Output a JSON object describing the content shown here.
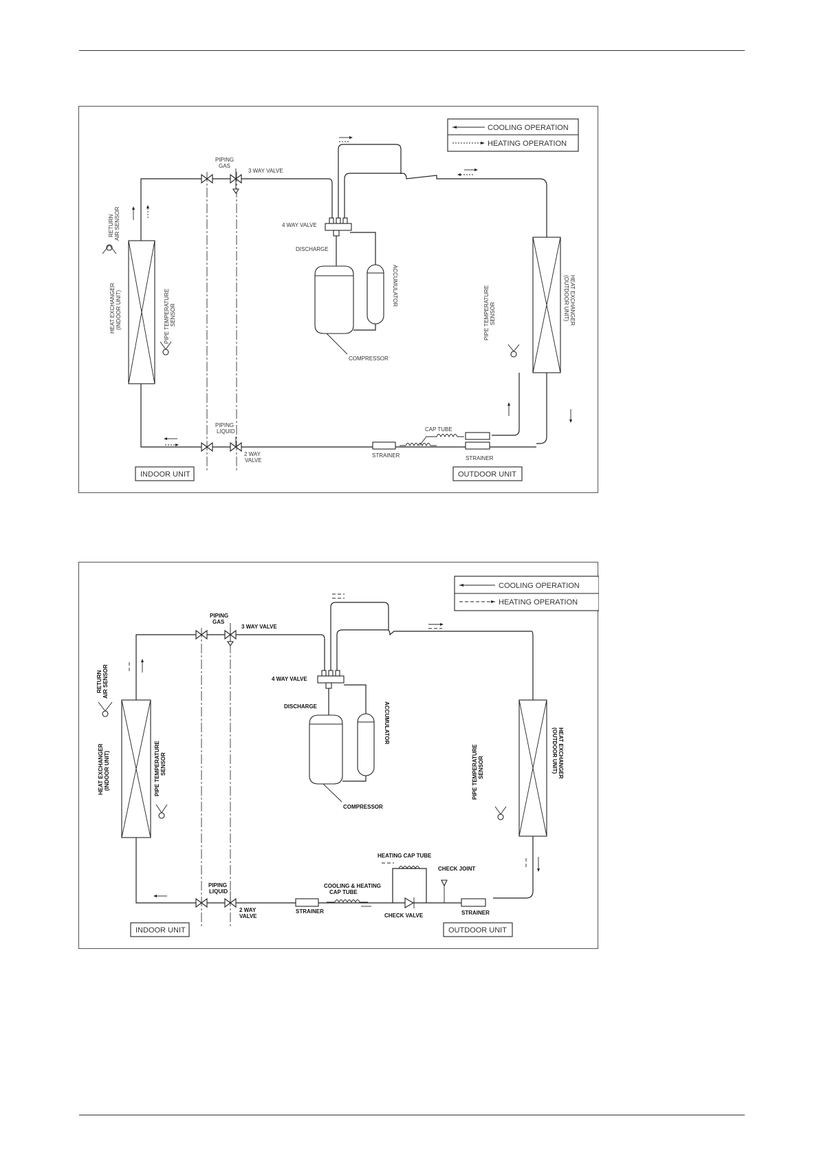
{
  "diagrams": [
    {
      "legend": {
        "cooling": "COOLING OPERATION",
        "heating": "HEATING OPERATION"
      },
      "labels": {
        "piping_gas": [
          "PIPING",
          "GAS"
        ],
        "three_way_valve": "3 WAY VALVE",
        "four_way_valve": "4 WAY VALVE",
        "discharge": "DISCHARGE",
        "accumulator": "ACCUMULATOR",
        "compressor": "COMPRESSOR",
        "return_air_sensor": [
          "RETURN",
          "AIR SENSOR"
        ],
        "heat_exchanger_indoor": [
          "HEAT EXCHANGER",
          "(INDOOR UNIT)"
        ],
        "pipe_temp_sensor_indoor": [
          "PIPE TEMPERATURE",
          "SENSOR"
        ],
        "pipe_temp_sensor_outdoor": [
          "PIPE TEMPERATURE",
          "SENSOR"
        ],
        "heat_exchanger_outdoor": [
          "HEAT EXCHANGER",
          "(OUTDOOR UNIT)"
        ],
        "piping_liquid": [
          "PIPING",
          "LIQUID"
        ],
        "two_way_valve": [
          "2 WAY",
          "VALVE"
        ],
        "strainer_main": "STRAINER",
        "cap_tube": "CAP TUBE",
        "strainer_outdoor": "STRAINER",
        "indoor_unit": "INDOOR UNIT",
        "outdoor_unit": "OUTDOOR UNIT"
      }
    },
    {
      "legend": {
        "cooling": "COOLING OPERATION",
        "heating": "HEATING OPERATION"
      },
      "labels": {
        "piping_gas": [
          "PIPING",
          "GAS"
        ],
        "three_way_valve": "3 WAY VALVE",
        "four_way_valve": "4 WAY VALVE",
        "discharge": "DISCHARGE",
        "accumulator": "ACCUMULATOR",
        "compressor": "COMPRESSOR",
        "return_air_sensor": [
          "RETURN",
          "AIR SENSOR"
        ],
        "heat_exchanger_indoor": [
          "HEAT EXCHANGER",
          "(INDOOR UNIT)"
        ],
        "pipe_temp_sensor_indoor": [
          "PIPE TEMPERATURE",
          "SENSOR"
        ],
        "pipe_temp_sensor_outdoor": [
          "PIPE TEMPERATURE",
          "SENSOR"
        ],
        "heat_exchanger_outdoor": [
          "HEAT EXCHANGER",
          "(OUTDOOR UNIT)"
        ],
        "piping_liquid": [
          "PIPING",
          "LIQUID"
        ],
        "two_way_valve": [
          "2 WAY",
          "VALVE"
        ],
        "strainer_main": "STRAINER",
        "cooling_heating_cap_tube": [
          "COOLING & HEATING",
          "CAP TUBE"
        ],
        "heating_cap_tube": "HEATING CAP TUBE",
        "check_joint": "CHECK JOINT",
        "check_valve": "CHECK VALVE",
        "strainer_outdoor": "STRAINER",
        "indoor_unit": "INDOOR UNIT",
        "outdoor_unit": "OUTDOOR UNIT"
      }
    }
  ]
}
